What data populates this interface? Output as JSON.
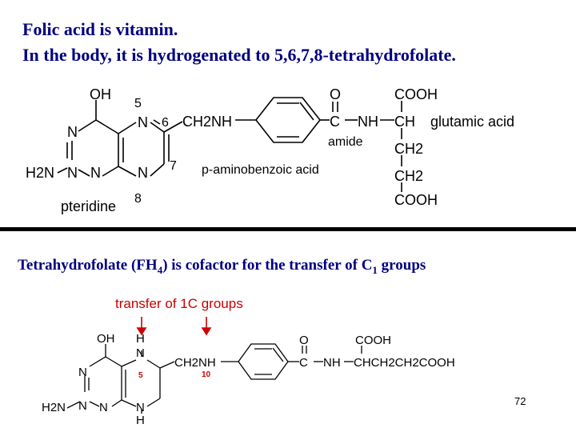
{
  "header": {
    "line1": "Folic acid is vitamin.",
    "line2": "In the body, it is hydrogenated to 5,6,7,8-tetrahydrofolate."
  },
  "folic_structure": {
    "atoms": {
      "oh": "OH",
      "n": "N",
      "h2n": "H2N",
      "ch2nh": "CH2NH",
      "o": "O",
      "c": "C",
      "nh": "NH",
      "ch": "CH",
      "cooh": "COOH",
      "ch2": "CH2"
    },
    "position_numbers": {
      "p5": "5",
      "p6": "6",
      "p7": "7",
      "p8": "8"
    },
    "labels": {
      "pteridine": "pteridine",
      "paba": "p-aminobenzoic acid",
      "amide": "amide",
      "glutamic": "glutamic acid"
    }
  },
  "thf_title": {
    "pre": "Tetrahydrofolate (FH",
    "sub1": "4",
    "mid": ") is cofactor for the transfer of C",
    "sub2": "1",
    "post": " groups"
  },
  "transfer_label": "transfer of 1C groups",
  "thf_structure": {
    "atoms": {
      "oh": "OH",
      "n": "N",
      "h": "H",
      "h2n": "H2N",
      "ch2nh": "CH2NH",
      "o": "O",
      "c": "C",
      "nh": "NH",
      "chain": "CHCH2CH2COOH",
      "cooh": "COOH"
    },
    "red_numbers": {
      "n5": "5",
      "n10": "10"
    }
  },
  "page_number": "72",
  "colors": {
    "title": "#000080",
    "highlight": "#cc0000",
    "structure": "#000000",
    "number": "#cc0000"
  }
}
